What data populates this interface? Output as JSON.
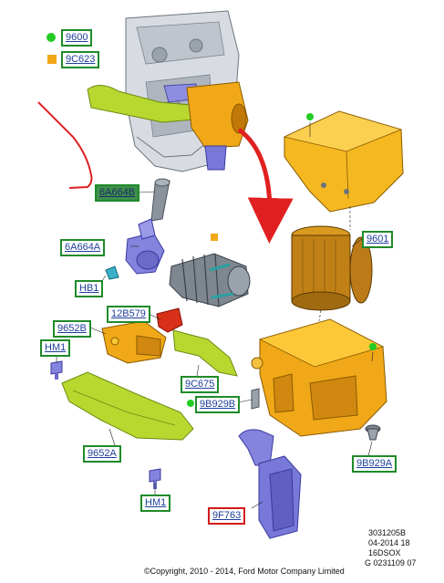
{
  "legend": [
    {
      "marker": "circle",
      "color": "#22cc22",
      "code": "9600"
    },
    {
      "marker": "square",
      "color": "#f0a818",
      "code": "9C623"
    }
  ],
  "part_labels": {
    "l6A664B": "6A664B",
    "l6A664A": "6A664A",
    "lHB1": "HB1",
    "l12B579": "12B579",
    "l9652B": "9652B",
    "lHM1a": "HM1",
    "l9C675": "9C675",
    "l9B929B": "9B929B",
    "l9652A": "9652A",
    "lHM1b": "HM1",
    "l9F763": "9F763",
    "l9601": "9601",
    "l9B929A": "9B929A"
  },
  "footer": {
    "id1": "3031205B",
    "date": "04-2014 18",
    "engine": "16DSOX",
    "code": "G 0231109 07",
    "copyright": "©Copyright, 2010 - 2014, Ford Motor Company Limited"
  },
  "colors": {
    "part_orange": "#f0a818",
    "part_lime": "#b8d830",
    "part_purple": "#7878d8",
    "part_red": "#d83018",
    "part_gray": "#8a929c",
    "label_border": "#1f8a2a",
    "label_text": "#1f3f9a",
    "annotation_red": "#e02020"
  }
}
